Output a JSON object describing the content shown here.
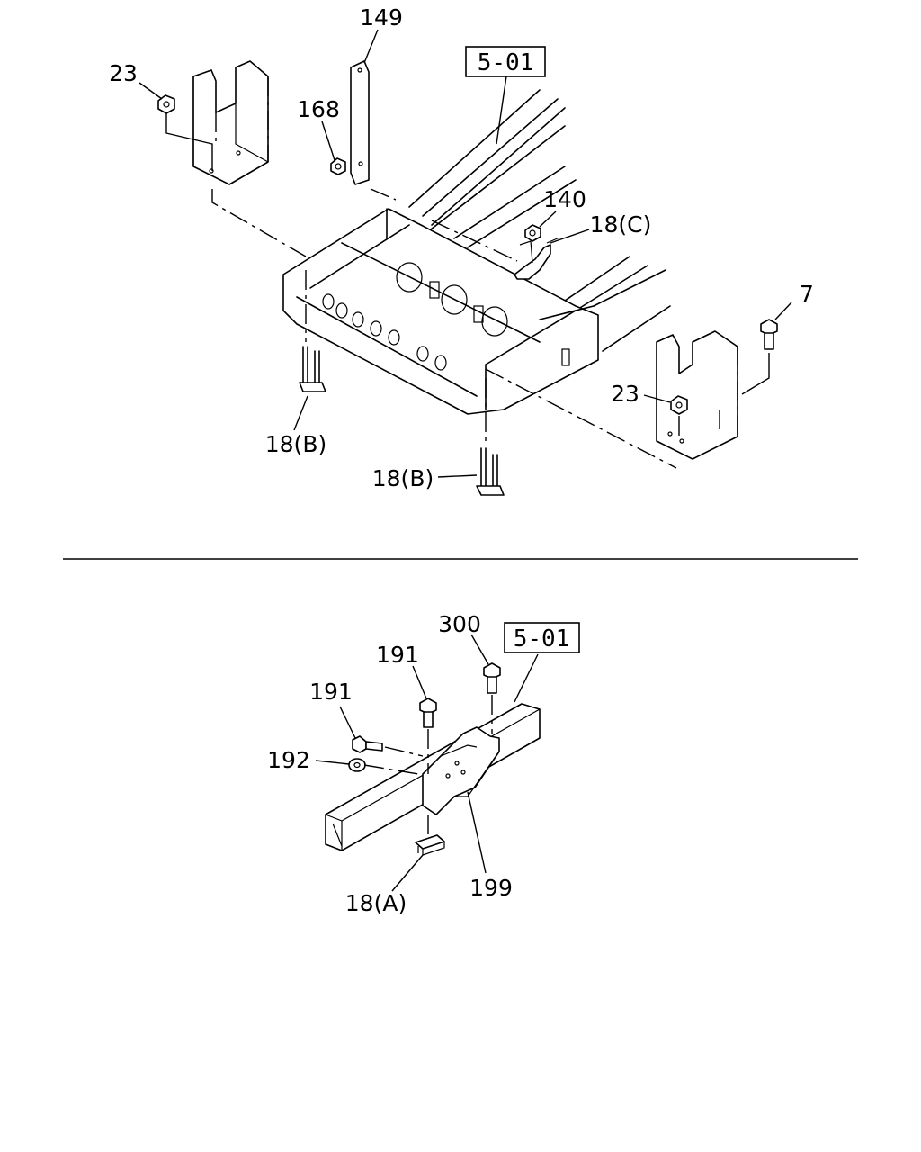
{
  "diagram": {
    "top_view": {
      "ref_box": "5-01",
      "callouts": {
        "c149": "149",
        "c23_left": "23",
        "c168": "168",
        "c140": "140",
        "c18c": "18(C)",
        "c7": "7",
        "c23_right": "23",
        "c18b_left": "18(B)",
        "c18b_center": "18(B)"
      }
    },
    "bottom_view": {
      "ref_box": "5-01",
      "callouts": {
        "c300": "300",
        "c191_upper": "191",
        "c191_left": "191",
        "c192": "192",
        "c199": "199",
        "c18a": "18(A)"
      }
    }
  }
}
